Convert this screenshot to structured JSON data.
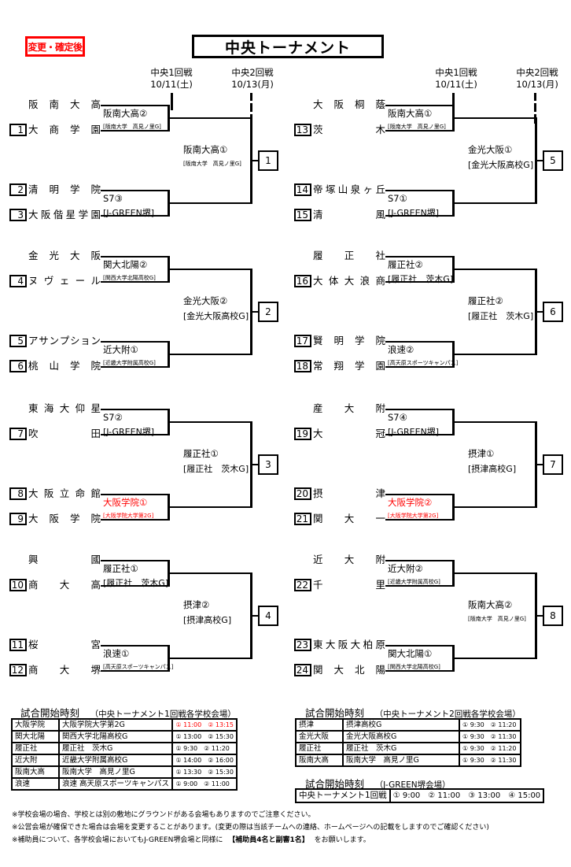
{
  "header": {
    "status_label": "変更・確定後",
    "title": "中央トーナメント"
  },
  "rounds": {
    "left": [
      {
        "name": "中央1回戦",
        "date": "10/11(土)"
      },
      {
        "name": "中央2回戦",
        "date": "10/13(月)"
      }
    ],
    "right": [
      {
        "name": "中央1回戦",
        "date": "10/11(土)"
      },
      {
        "name": "中央2回戦",
        "date": "10/13(月)"
      }
    ]
  },
  "blocks": [
    {
      "block_no": "1",
      "teams": [
        {
          "seed": "",
          "name": [
            "阪",
            "南",
            "大",
            "高"
          ]
        },
        {
          "seed": "1",
          "name": [
            "大",
            "商",
            "学",
            "園"
          ]
        },
        {
          "seed": "2",
          "name": [
            "清",
            "明",
            "学",
            "院"
          ]
        },
        {
          "seed": "3",
          "name": [
            "大",
            "阪",
            "偕",
            "星",
            "学",
            "園"
          ]
        }
      ],
      "r1": [
        {
          "venue": "阪南大高②",
          "venue_detail": "[阪南大学　高見ノ里G]",
          "detail_size": "sm",
          "highlight": false
        },
        {
          "venue": "S7③",
          "venue_detail": "[J-GREEN堺]",
          "detail_size": "md",
          "highlight": false
        }
      ],
      "r2": {
        "venue": "阪南大高①",
        "venue_detail": "[阪南大学　高見ノ里G]",
        "detail_size": "sm"
      }
    },
    {
      "block_no": "2",
      "teams": [
        {
          "seed": "",
          "name": [
            "金",
            "光",
            "大",
            "阪"
          ]
        },
        {
          "seed": "4",
          "name": [
            "ヌ",
            "ヴ",
            "ェ",
            "ー",
            "ル"
          ]
        },
        {
          "seed": "5",
          "name": [
            "ア",
            "サ",
            "ン",
            "プ",
            "シ",
            "ョ",
            "ン"
          ]
        },
        {
          "seed": "6",
          "name": [
            "桃",
            "山",
            "学",
            "院"
          ]
        }
      ],
      "r1": [
        {
          "venue": "関大北陽②",
          "venue_detail": "[関西大学北陽高校G]",
          "detail_size": "sm",
          "highlight": false
        },
        {
          "venue": "近大附①",
          "venue_detail": "[近畿大学附属高校G]",
          "detail_size": "sm",
          "highlight": false
        }
      ],
      "r2": {
        "venue": "金光大阪②",
        "venue_detail": "[金光大阪高校G]",
        "detail_size": "md"
      }
    },
    {
      "block_no": "3",
      "teams": [
        {
          "seed": "",
          "name": [
            "東",
            "海",
            "大",
            "仰",
            "星"
          ]
        },
        {
          "seed": "7",
          "name": [
            "吹",
            "田"
          ]
        },
        {
          "seed": "8",
          "name": [
            "大",
            "阪",
            "立",
            "命",
            "館"
          ]
        },
        {
          "seed": "9",
          "name": [
            "大",
            "阪",
            "学",
            "院"
          ]
        }
      ],
      "r1": [
        {
          "venue": "S7②",
          "venue_detail": "[J-GREEN堺]",
          "detail_size": "md",
          "highlight": false
        },
        {
          "venue": "大阪学院①",
          "venue_detail": "[大阪学院大学第2G]",
          "detail_size": "sm",
          "highlight": true
        }
      ],
      "r2": {
        "venue": "履正社①",
        "venue_detail": "[履正社　茨木G]",
        "detail_size": "md"
      }
    },
    {
      "block_no": "4",
      "teams": [
        {
          "seed": "",
          "name": [
            "興",
            "國"
          ]
        },
        {
          "seed": "10",
          "name": [
            "商",
            "大",
            "高"
          ]
        },
        {
          "seed": "11",
          "name": [
            "桜",
            "宮"
          ]
        },
        {
          "seed": "12",
          "name": [
            "商",
            "大",
            "堺"
          ]
        }
      ],
      "r1": [
        {
          "venue": "履正社①",
          "venue_detail": "[履正社　茨木G]",
          "detail_size": "md",
          "highlight": false
        },
        {
          "venue": "浪速①",
          "venue_detail": "[高天原スポーツキャンパス]",
          "detail_size": "sm",
          "highlight": false
        }
      ],
      "r2": {
        "venue": "摂津②",
        "venue_detail": "[摂津高校G]",
        "detail_size": "md"
      }
    },
    {
      "block_no": "5",
      "teams": [
        {
          "seed": "",
          "name": [
            "大",
            "阪",
            "桐",
            "蔭"
          ]
        },
        {
          "seed": "13",
          "name": [
            "茨",
            "木"
          ]
        },
        {
          "seed": "14",
          "name": [
            "帝",
            "塚",
            "山",
            "泉",
            "ヶ",
            "丘"
          ]
        },
        {
          "seed": "15",
          "name": [
            "清",
            "風"
          ]
        }
      ],
      "r1": [
        {
          "venue": "阪南大高①",
          "venue_detail": "[阪南大学　高見ノ里G]",
          "detail_size": "sm",
          "highlight": false
        },
        {
          "venue": "S7①",
          "venue_detail": "[J-GREEN堺]",
          "detail_size": "md",
          "highlight": false
        }
      ],
      "r2": {
        "venue": "金光大阪①",
        "venue_detail": "[金光大阪高校G]",
        "detail_size": "md"
      }
    },
    {
      "block_no": "6",
      "teams": [
        {
          "seed": "",
          "name": [
            "履",
            "正",
            "社"
          ]
        },
        {
          "seed": "16",
          "name": [
            "大",
            "体",
            "大",
            "浪",
            "商"
          ]
        },
        {
          "seed": "17",
          "name": [
            "賢",
            "明",
            "学",
            "院"
          ]
        },
        {
          "seed": "18",
          "name": [
            "常",
            "翔",
            "学",
            "園"
          ]
        }
      ],
      "r1": [
        {
          "venue": "履正社②",
          "venue_detail": "[履正社　茨木G]",
          "detail_size": "md",
          "highlight": false
        },
        {
          "venue": "浪速②",
          "venue_detail": "[高天原スポーツキャンパス]",
          "detail_size": "sm",
          "highlight": false
        }
      ],
      "r2": {
        "venue": "履正社②",
        "venue_detail": "[履正社　茨木G]",
        "detail_size": "md"
      }
    },
    {
      "block_no": "7",
      "teams": [
        {
          "seed": "",
          "name": [
            "産",
            "大",
            "附"
          ]
        },
        {
          "seed": "19",
          "name": [
            "大",
            "冠"
          ]
        },
        {
          "seed": "20",
          "name": [
            "摂",
            "津"
          ]
        },
        {
          "seed": "21",
          "name": [
            "関",
            "大",
            "一"
          ]
        }
      ],
      "r1": [
        {
          "venue": "S7④",
          "venue_detail": "[J-GREEN堺]",
          "detail_size": "md",
          "highlight": false
        },
        {
          "venue": "大阪学院②",
          "venue_detail": "[大阪学院大学第2G]",
          "detail_size": "sm",
          "highlight": true
        }
      ],
      "r2": {
        "venue": "摂津①",
        "venue_detail": "[摂津高校G]",
        "detail_size": "md"
      }
    },
    {
      "block_no": "8",
      "teams": [
        {
          "seed": "",
          "name": [
            "近",
            "大",
            "附"
          ]
        },
        {
          "seed": "22",
          "name": [
            "千",
            "里"
          ]
        },
        {
          "seed": "23",
          "name": [
            "東",
            "大",
            "阪",
            "大",
            "柏",
            "原"
          ]
        },
        {
          "seed": "24",
          "name": [
            "関",
            "大",
            "北",
            "陽"
          ]
        }
      ],
      "r1": [
        {
          "venue": "近大附②",
          "venue_detail": "[近畿大学附属高校G]",
          "detail_size": "sm",
          "highlight": false
        },
        {
          "venue": "関大北陽①",
          "venue_detail": "[関西大学北陽高校G]",
          "detail_size": "sm",
          "highlight": false
        }
      ],
      "r2": {
        "venue": "阪南大高②",
        "venue_detail": "[阪南大学　高見ノ里G]",
        "detail_size": "sm"
      }
    }
  ],
  "schedule_r1": {
    "title": "試合開始時刻",
    "subtitle": "（中央トーナメント1回戦各学校会場）",
    "rows": [
      {
        "school": "大阪学院",
        "venue": "大阪学院大学第2G",
        "times": "① 11:00　② 13:15",
        "highlight": true
      },
      {
        "school": "関大北陽",
        "venue": "関西大学北陽高校G",
        "times": "① 13:00　② 15:30",
        "highlight": false
      },
      {
        "school": "履正社",
        "venue": "履正社　茨木G",
        "times": "① 9:30　② 11:20",
        "highlight": false
      },
      {
        "school": "近大附",
        "venue": "近畿大学附属高校G",
        "times": "① 14:00　② 16:00",
        "highlight": false
      },
      {
        "school": "阪南大高",
        "venue": "阪南大学　高見ノ里G",
        "times": "① 13:30　② 15:30",
        "highlight": false
      },
      {
        "school": "浪速",
        "venue": "浪速 高天原スポーツキャンパス",
        "times": "① 9:00　② 11:00",
        "highlight": false
      }
    ]
  },
  "schedule_r2": {
    "title": "試合開始時刻",
    "subtitle": "（中央トーナメント2回戦各学校会場）",
    "rows": [
      {
        "school": "摂津",
        "venue": "摂津高校G",
        "times": "① 9:30　② 11:20"
      },
      {
        "school": "金光大阪",
        "venue": "金光大阪高校G",
        "times": "① 9:30　② 11:30"
      },
      {
        "school": "履正社",
        "venue": "履正社　茨木G",
        "times": "① 9:30　② 11:20"
      },
      {
        "school": "阪南大高",
        "venue": "阪南大学　高見ノ里G",
        "times": "① 9:30　② 11:30"
      }
    ]
  },
  "schedule_jgreen": {
    "title": "試合開始時刻",
    "subtitle": "（J-GREEN堺会場）",
    "label": "中央トーナメント1回戦",
    "times": "① 9:00　② 11:00　③ 13:00　④ 15:00"
  },
  "notes": [
    {
      "text": "※学校会場の場合、学校とは別の敷地にグラウンドがある会場もありますのでご注意ください。"
    },
    {
      "text": "※公営会場が確保できた場合は会場を変更することがあります。(変更の際は当該チームへの連絡、ホームページへの記載をしますのでご確認ください)"
    },
    {
      "pre": "※補助員について、各学校会場においてもJ-GREEN堺会場と同様に",
      "bold": "【補助員4名と副審1名】",
      "post": "をお願いします。"
    }
  ],
  "colors": {
    "highlight": "#ff0000",
    "line": "#000000"
  }
}
